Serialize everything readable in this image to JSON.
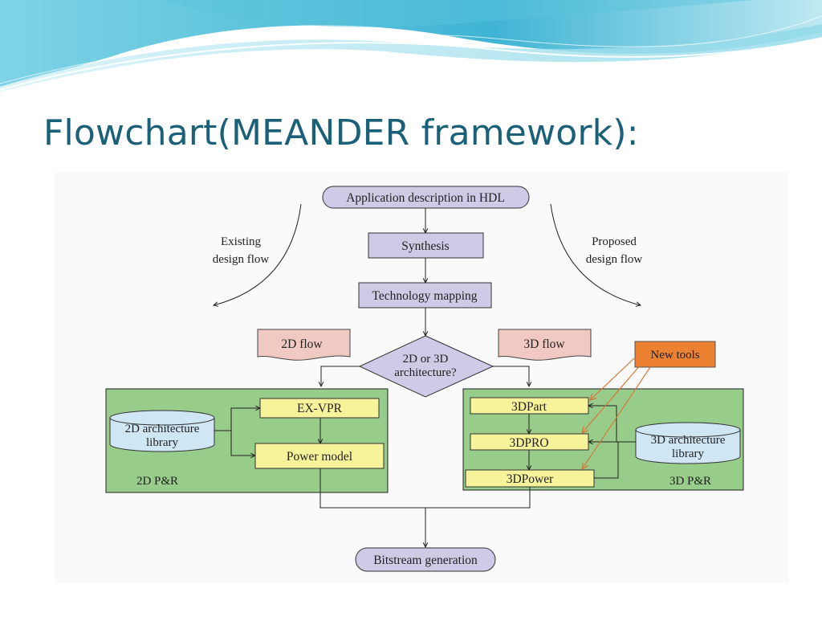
{
  "slide": {
    "title": "Flowchart(MEANDER framework):"
  },
  "diagram": {
    "nodes": {
      "app": "Application description in HDL",
      "synthesis": "Synthesis",
      "techmap": "Technology mapping",
      "decision_line1": "2D or 3D",
      "decision_line2": "architecture?",
      "flow2d": "2D flow",
      "flow3d": "3D flow",
      "newtools": "New tools",
      "exvpr": "EX-VPR",
      "powermodel": "Power model",
      "lib2d_line1": "2D architecture",
      "lib2d_line2": "library",
      "pr2d": "2D P&R",
      "part3d": "3DPart",
      "pro3d": "3DPRO",
      "power3d": "3DPower",
      "lib3d_line1": "3D architecture",
      "lib3d_line2": "library",
      "pr3d": "3D P&R",
      "bitstream": "Bitstream generation"
    },
    "annotations": {
      "existing_line1": "Existing",
      "existing_line2": "design flow",
      "proposed_line1": "Proposed",
      "proposed_line2": "design flow"
    },
    "colors": {
      "purple_box": "#cfcae6",
      "green_region": "#98cc8a",
      "yellow_box": "#f7f39a",
      "pink_doc": "#f1c9c3",
      "orange_tag": "#ec8132",
      "cylinder": "#cfe6f4",
      "title": "#1a6078"
    }
  }
}
